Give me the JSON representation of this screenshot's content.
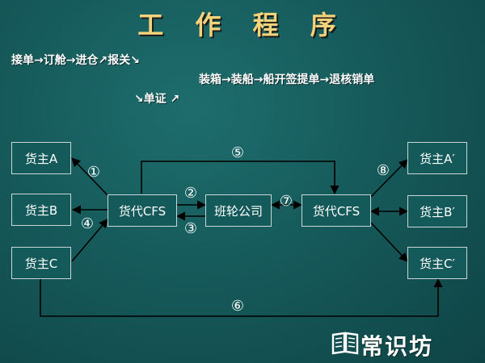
{
  "slide": {
    "title": "工 作 程 序",
    "flow_line1": "接单→订舱→进仓↗报关↘",
    "flow_line2": "装箱→装船→船开签提单→退核销单",
    "flow_line3": "↘单证 ↗"
  },
  "nodes": {
    "owner_a": "货主A",
    "owner_b": "货主B",
    "owner_c": "货主C",
    "cfs_left": "货代CFS",
    "liner": "班轮公司",
    "cfs_right": "货代CFS",
    "owner_a2": "货主A′",
    "owner_b2": "货主B′",
    "owner_c2": "货主C′"
  },
  "steps": {
    "s1": "①",
    "s2": "②",
    "s3": "③",
    "s4": "④",
    "s5": "⑤",
    "s6": "⑥",
    "s7": "⑦",
    "s8": "⑧"
  },
  "watermark": {
    "text": "常识坊",
    "icon": "book-icon"
  },
  "colors": {
    "background": "#165a5b",
    "title": "#f2d27a",
    "text": "#ffffff",
    "line": "#000000"
  }
}
